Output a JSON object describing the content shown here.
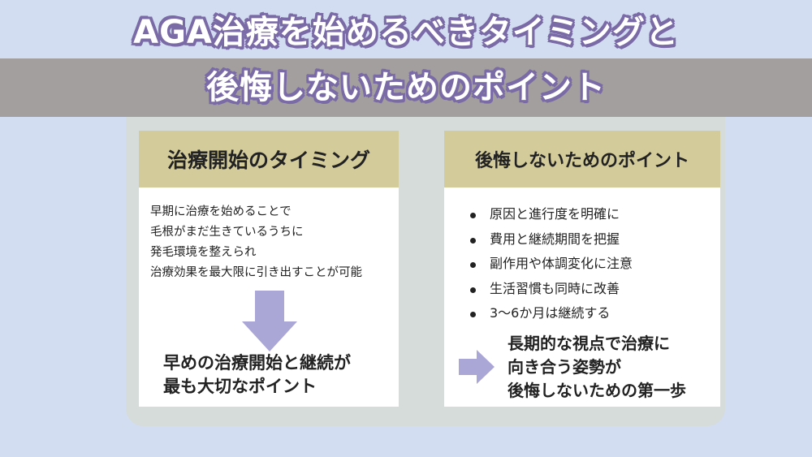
{
  "title": {
    "line1": "AGA治療を始めるべきタイミングと",
    "line2": "後悔しないためのポイント"
  },
  "left_card": {
    "heading": "治療開始のタイミング",
    "lines": [
      "早期に治療を始めることで",
      "毛根がまだ生きているうちに",
      "発毛環境を整えられ",
      "治療効果を最大限に引き出すことが可能"
    ],
    "conclusion": [
      "早めの治療開始と継続が",
      "最も大切なポイント"
    ]
  },
  "right_card": {
    "heading": "後悔しないためのポイント",
    "bullets": [
      "原因と進行度を明確に",
      "費用と継続期間を把握",
      "副作用や体調変化に注意",
      "生活習慣も同時に改善",
      "3〜6か月は継続する"
    ],
    "summary": [
      "長期的な視点で治療に",
      "向き合う姿勢が",
      "後悔しないための第一歩"
    ]
  },
  "colors": {
    "background": "#d3ddf1",
    "band": "#a49f9f",
    "title_outline": "#7a6aa6",
    "card_header": "#d3cb9a",
    "arrow": "#aaa6d6"
  }
}
